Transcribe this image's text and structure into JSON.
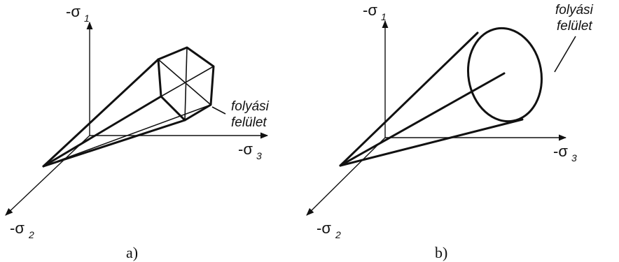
{
  "panels": [
    {
      "id": "a",
      "label": "a)",
      "surface": "hexagonal",
      "axes": {
        "sigma1": {
          "sign": "-",
          "letter": "σ",
          "index": "1"
        },
        "sigma2": {
          "sign": "-",
          "letter": "σ",
          "index": "2"
        },
        "sigma3": {
          "sign": "-",
          "letter": "σ",
          "index": "3"
        }
      },
      "annotation": [
        "folyási",
        "felület"
      ]
    },
    {
      "id": "b",
      "label": "b)",
      "surface": "circular",
      "axes": {
        "sigma1": {
          "sign": "-",
          "letter": "σ",
          "index": "1"
        },
        "sigma2": {
          "sign": "-",
          "letter": "σ",
          "index": "2"
        },
        "sigma3": {
          "sign": "-",
          "letter": "σ",
          "index": "3"
        }
      },
      "annotation": [
        "folyási",
        "felület"
      ]
    }
  ]
}
